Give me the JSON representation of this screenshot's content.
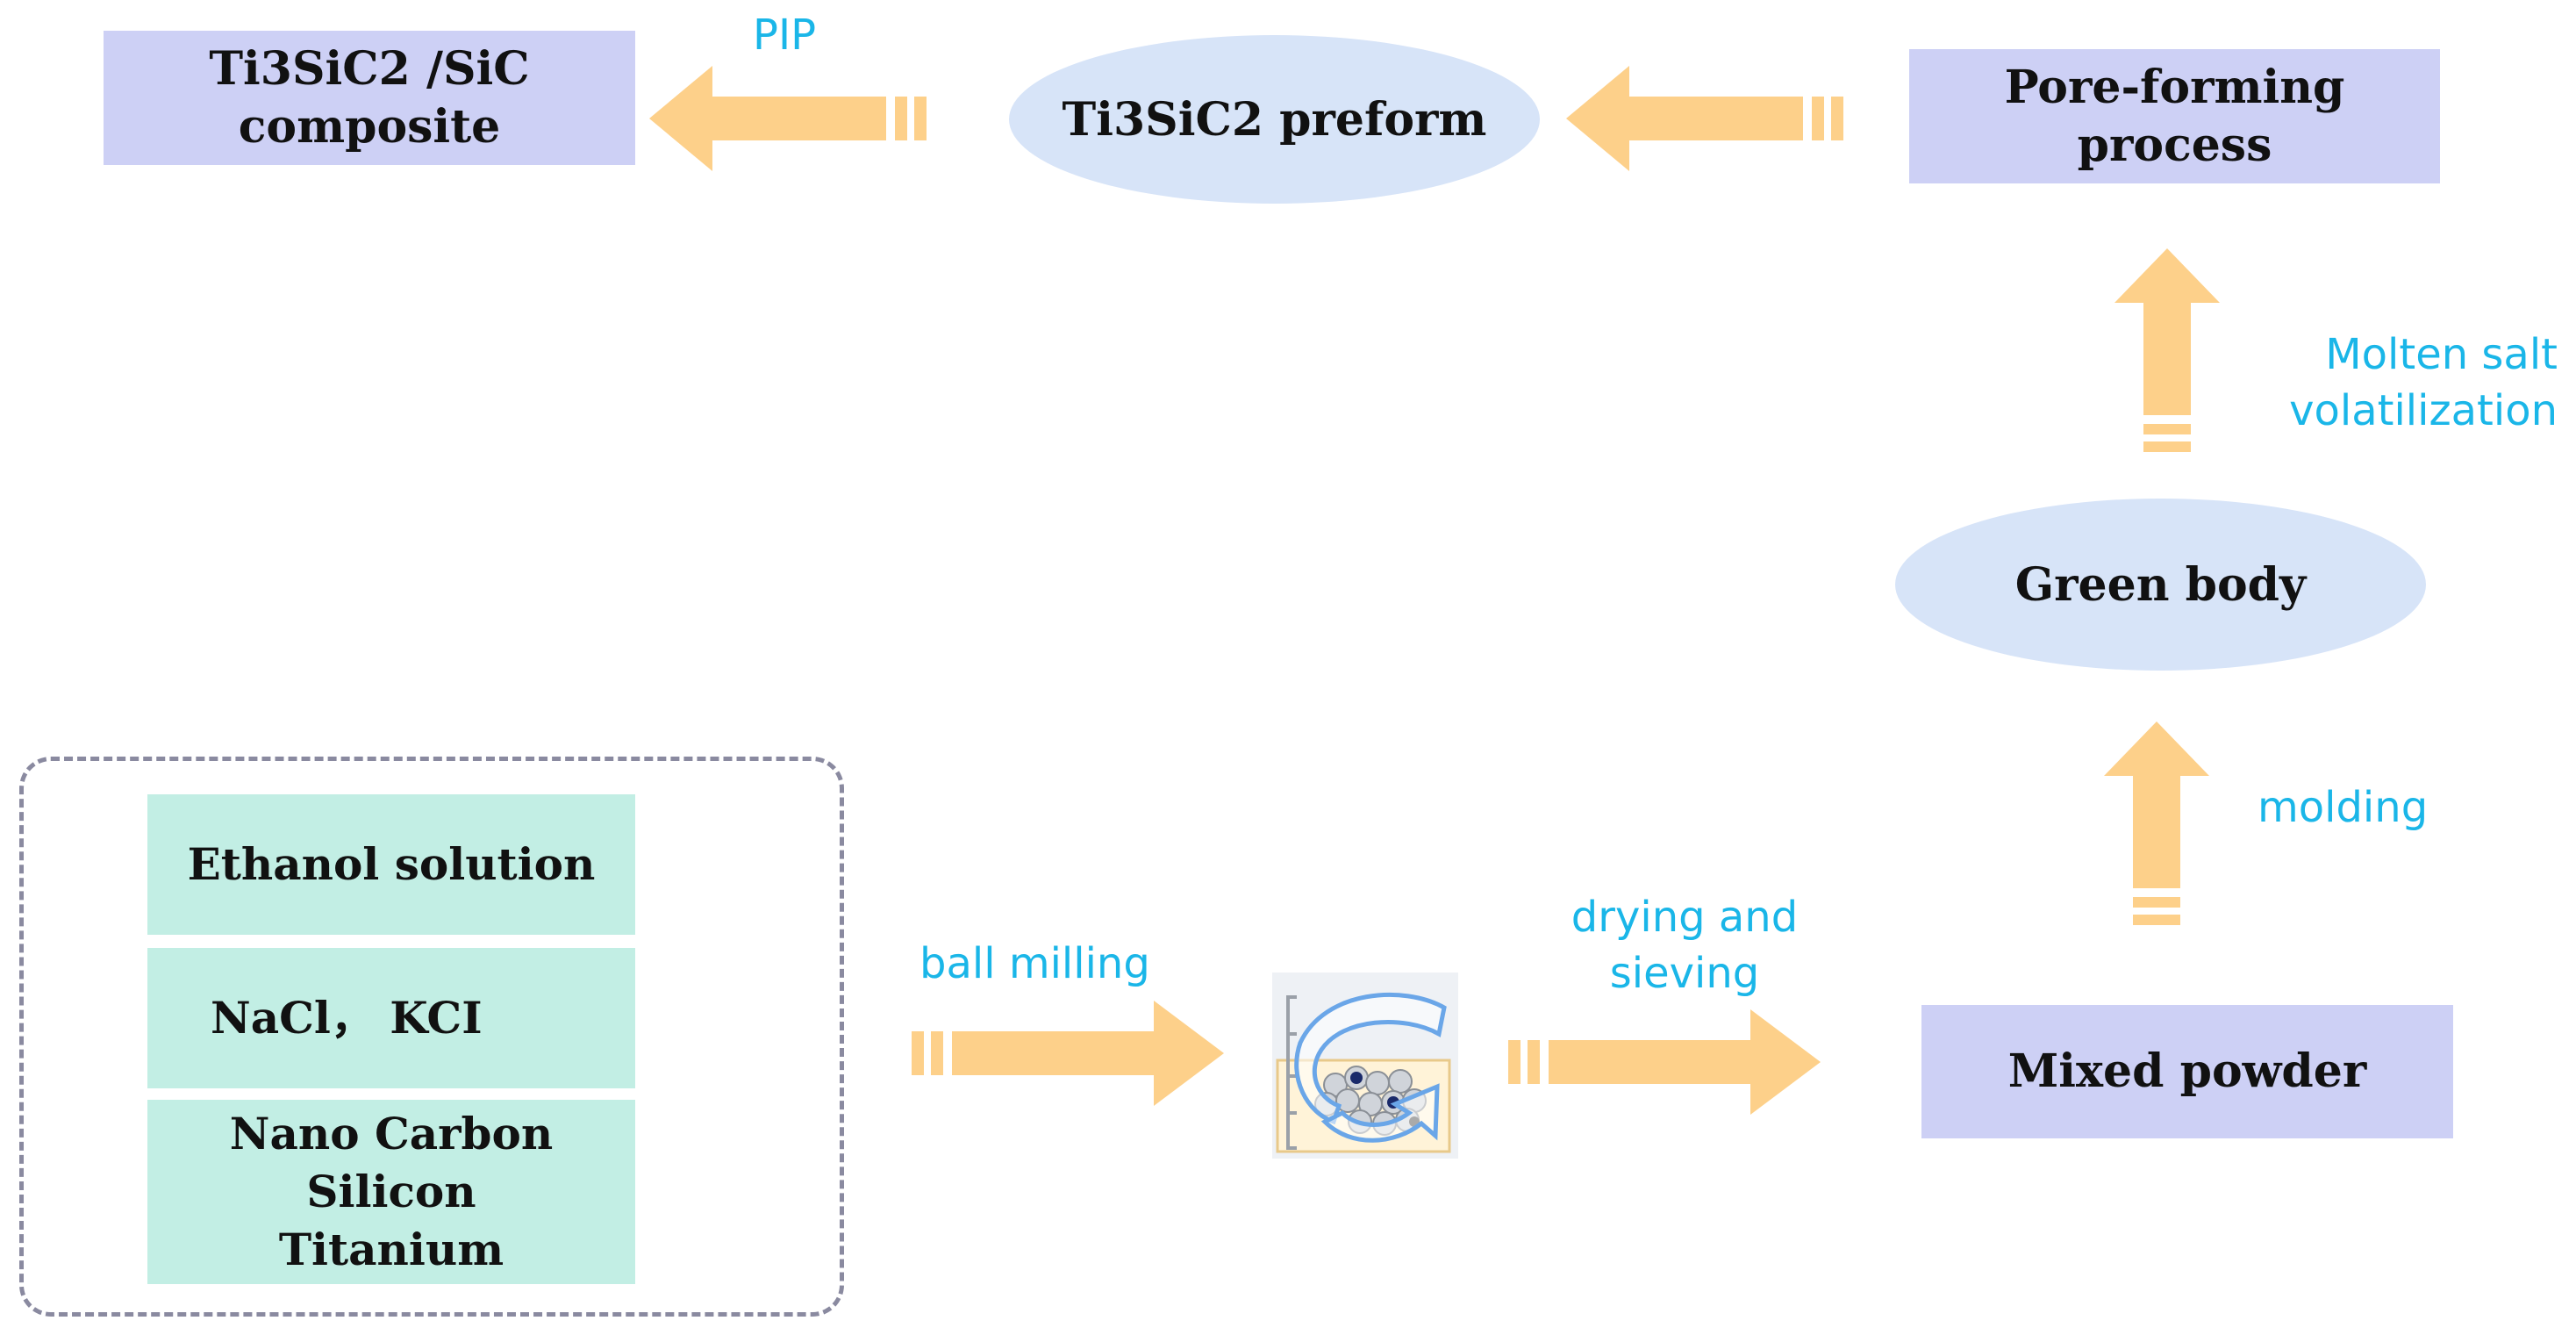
{
  "nodes": {
    "composite": "Ti3SiC2 /SiC\ncomposite",
    "preform": "Ti3SiC2 preform",
    "pore_forming": "Pore-forming\nprocess",
    "green_body": "Green body",
    "mixed_powder": "Mixed powder"
  },
  "raw_materials": {
    "ethanol": "Ethanol solution",
    "salts": "NaCl， KCI",
    "powders": "Nano Carbon\nSilicon\nTitanium"
  },
  "steps": {
    "pip": "PIP",
    "molten_salt": "Molten salt\nvolatilization",
    "molding": "molding",
    "ball_milling": "ball milling",
    "drying_sieving": "drying and\nsieving"
  },
  "colors": {
    "process_box": "#cdd0f5",
    "ellipse": "#d7e4f8",
    "raw_material_box": "#c2eee4",
    "arrow": "#fdd08a",
    "label": "#1ab6e8"
  }
}
